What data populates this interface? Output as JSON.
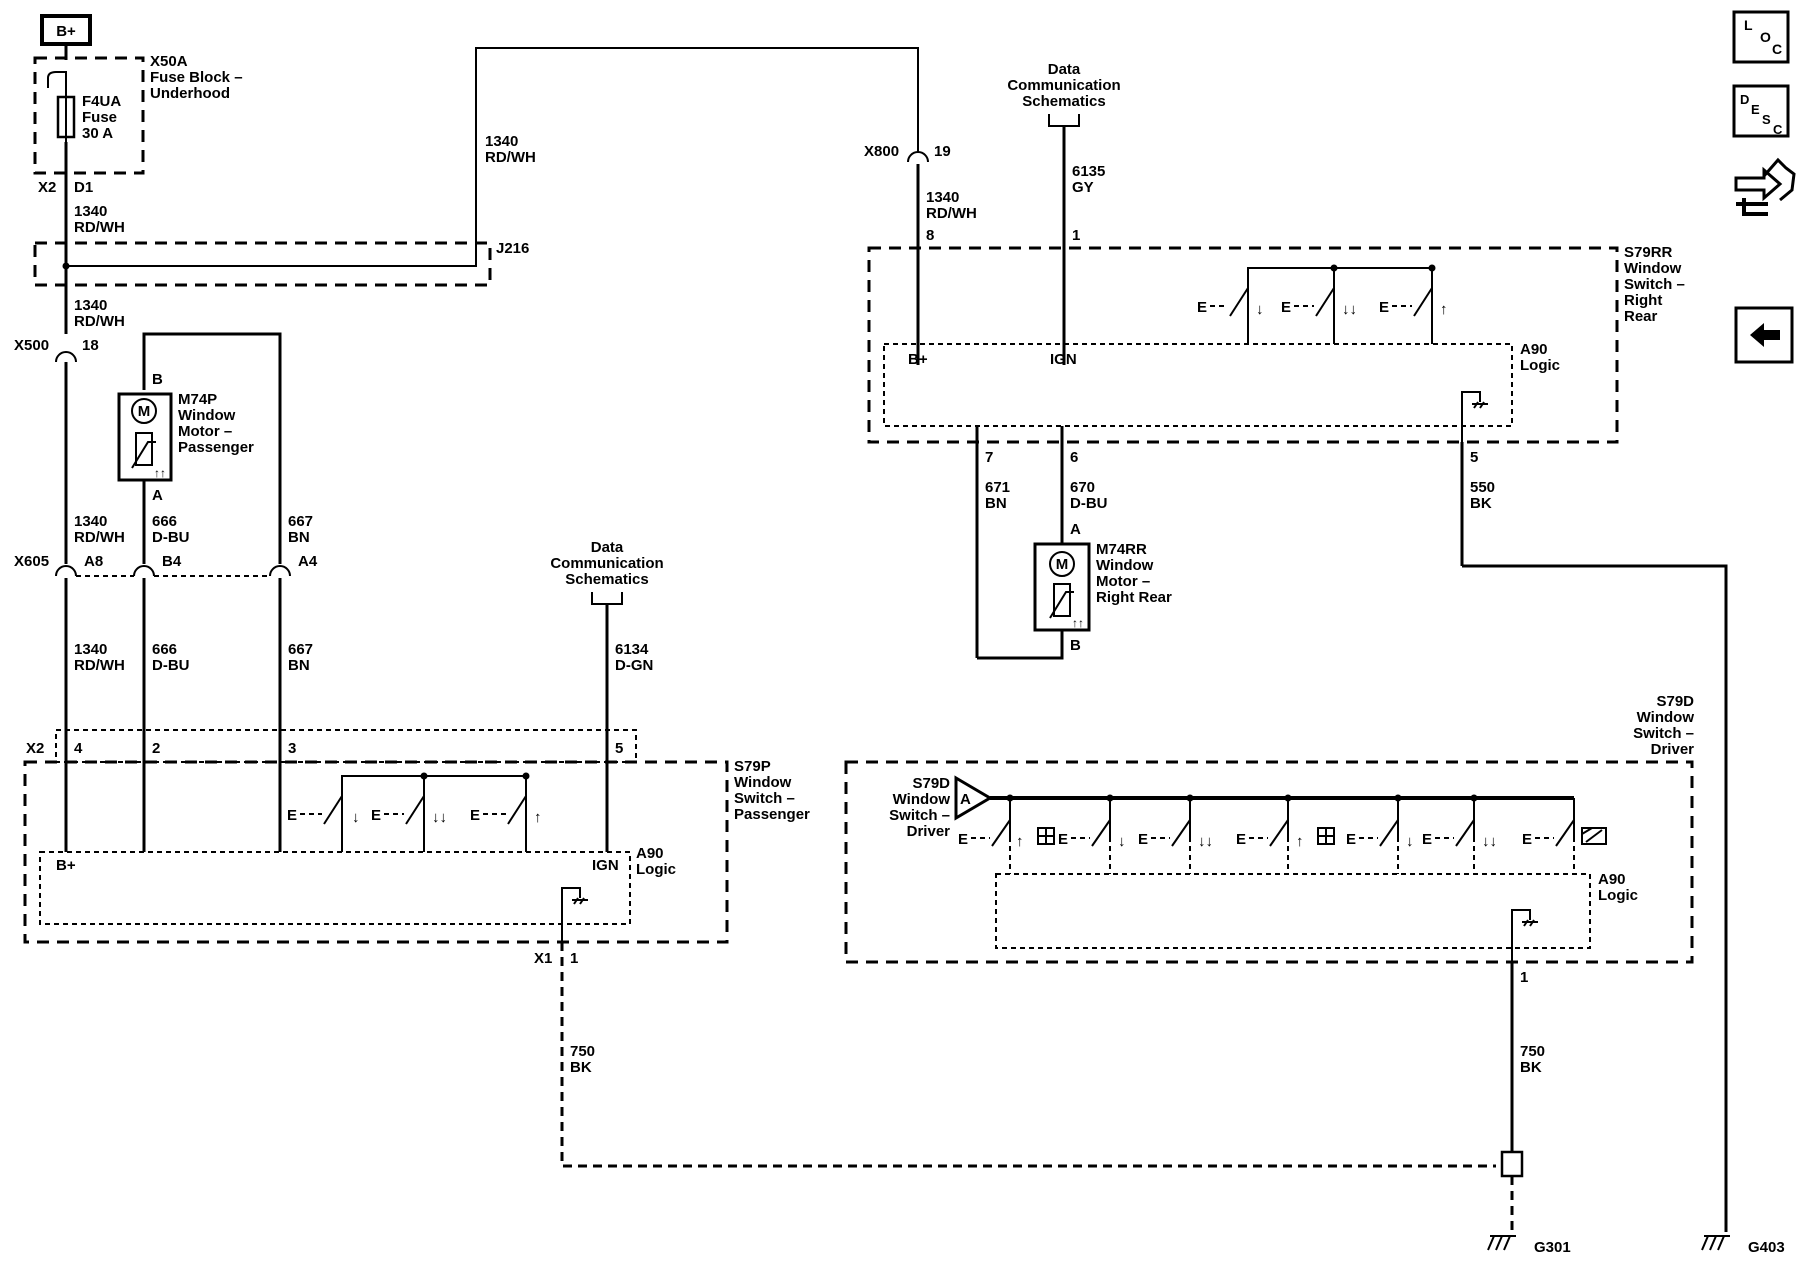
{
  "battery": "B+",
  "fuse_block": {
    "ref": "X50A",
    "name_1": "Fuse Block –",
    "name_2": "Underhood"
  },
  "fuse": {
    "ref": "F4UA",
    "type": "Fuse",
    "rating": "30 A"
  },
  "x2_top": {
    "conn": "X2",
    "pin": "D1"
  },
  "wire_1340": {
    "num": "1340",
    "color": "RD/WH"
  },
  "splice": "J216",
  "x500": {
    "conn": "X500",
    "pin": "18"
  },
  "x800": {
    "conn": "X800",
    "pin": "19"
  },
  "m74p": {
    "ref": "M74P",
    "l1": "Window",
    "l2": "Motor –",
    "l3": "Passenger",
    "pin_top": "B",
    "pin_bottom": "A",
    "motor": "M",
    "arrows": "↑↑"
  },
  "x605": {
    "conn": "X605",
    "pin_a8": "A8",
    "pin_b4": "B4",
    "pin_a4": "A4"
  },
  "wire_666": {
    "num": "666",
    "color": "D-BU"
  },
  "wire_667": {
    "num": "667",
    "color": "BN"
  },
  "data_comm": {
    "l1": "Data",
    "l2": "Communication",
    "l3": "Schematics"
  },
  "wire_6134": {
    "num": "6134",
    "color": "D-GN"
  },
  "wire_6135": {
    "num": "6135",
    "color": "GY"
  },
  "s79p": {
    "ref": "S79P",
    "l1": "Window",
    "l2": "Switch –",
    "l3": "Passenger",
    "conn": "X2",
    "pin4": "4",
    "pin2": "2",
    "pin3": "3",
    "pin5": "5"
  },
  "a90": {
    "ref": "A90",
    "l1": "Logic",
    "bplus": "B+",
    "ign": "IGN"
  },
  "s79rr": {
    "ref": "S79RR",
    "l1": "Window",
    "l2": "Switch –",
    "l3": "Right",
    "l4": "Rear",
    "pin8": "8",
    "pin1": "1",
    "pin7": "7",
    "pin6": "6",
    "pin5": "5"
  },
  "wire_671": {
    "num": "671",
    "color": "BN"
  },
  "wire_670": {
    "num": "670",
    "color": "D-BU"
  },
  "wire_550": {
    "num": "550",
    "color": "BK"
  },
  "m74rr": {
    "ref": "M74RR",
    "l1": "Window",
    "l2": "Motor –",
    "l3": "Right Rear",
    "pin_top": "A",
    "pin_bottom": "B",
    "motor": "M",
    "arrows": "↑↑"
  },
  "s79d": {
    "ref": "S79D",
    "l1": "Window",
    "l2": "Switch –",
    "l3": "Driver",
    "conn_a": "A",
    "pin1": "1"
  },
  "x1": {
    "conn": "X1",
    "pin": "1"
  },
  "wire_750": {
    "num": "750",
    "color": "BK"
  },
  "grounds": {
    "g301": "G301",
    "g403": "G403"
  },
  "switch_e": "E",
  "nav": {
    "loc": {
      "a": "L",
      "b": "O",
      "c": "C"
    },
    "desc": {
      "a": "D",
      "b": "E",
      "c": "S",
      "d": "C"
    },
    "icons": [
      "connector-hand-icon",
      "back-arrow-icon"
    ]
  }
}
